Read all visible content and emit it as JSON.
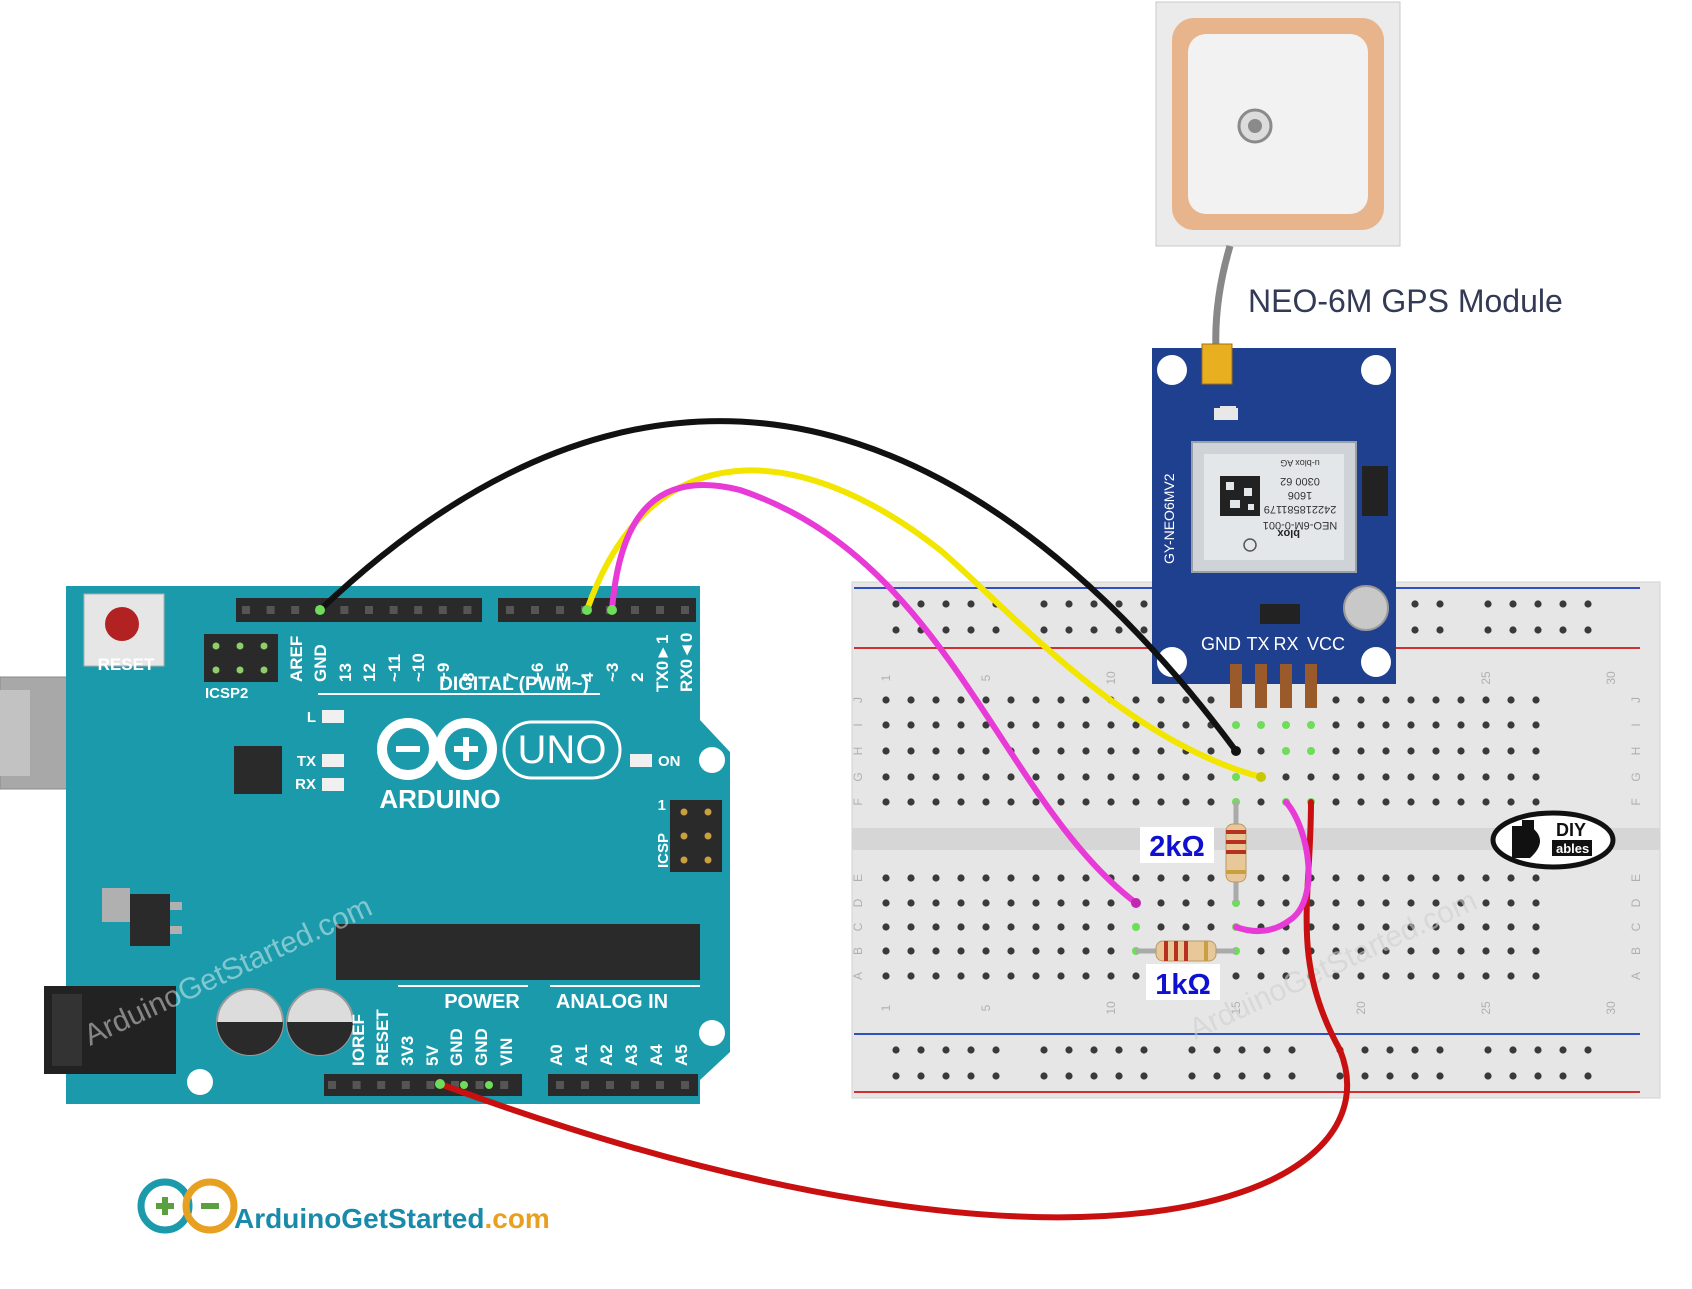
{
  "gps_module": {
    "title": "NEO-6M GPS Module",
    "board_label": "GY-NEO6MV2",
    "chip_lines": [
      "u-blox AG",
      "0300 62",
      "1606",
      "242218581179",
      "NEO-6M-0-001"
    ],
    "chip_brand": "blox",
    "pins": [
      "GND",
      "TX",
      "RX",
      "VCC"
    ]
  },
  "resistors": {
    "top": "2kΩ",
    "bottom": "1kΩ"
  },
  "arduino": {
    "brand": "ARDUINO",
    "model": "UNO",
    "reset": "RESET",
    "icsp2": "ICSP2",
    "icsp": "ICSP",
    "icsp_pin1": "1",
    "digital_title": "DIGITAL (PWM~)",
    "digital_pins": [
      "AREF",
      "GND",
      "13",
      "12",
      "~11",
      "~10",
      "~9",
      "8",
      "7",
      "~6",
      "~5",
      "4",
      "~3",
      "2",
      "TX0►1",
      "RX0◄0"
    ],
    "led_l": "L",
    "led_tx": "TX",
    "led_rx": "RX",
    "led_on": "ON",
    "power_title": "POWER",
    "analog_title": "ANALOG IN",
    "power_pins": [
      "IOREF",
      "RESET",
      "3V3",
      "5V",
      "GND",
      "GND",
      "VIN"
    ],
    "analog_pins": [
      "A0",
      "A1",
      "A2",
      "A3",
      "A4",
      "A5"
    ]
  },
  "breadboard": {
    "col_numbers": [
      "1",
      "5",
      "10",
      "15",
      "20",
      "25",
      "30"
    ],
    "rows_top": [
      "J",
      "I",
      "H",
      "G",
      "F"
    ],
    "rows_bottom": [
      "E",
      "D",
      "C",
      "B",
      "A"
    ]
  },
  "watermarks": {
    "arduino": "ArduinoGetStarted.com",
    "breadboard": "ArduinoGetStarted.com"
  },
  "logos": {
    "site_part1": "ArduinoGetStarted",
    "site_part2": ".com",
    "diy_top": "DIY",
    "diy_bottom": "ables"
  },
  "colors": {
    "arduino_teal": "#1a9aaa",
    "breadboard": "#e6e6e6",
    "gps_blue": "#1f3f8f",
    "wire_black": "#111111",
    "wire_yellow": "#f2e600",
    "wire_pink": "#e83ad6",
    "wire_red": "#c81010",
    "label_blue": "#1010d0"
  }
}
